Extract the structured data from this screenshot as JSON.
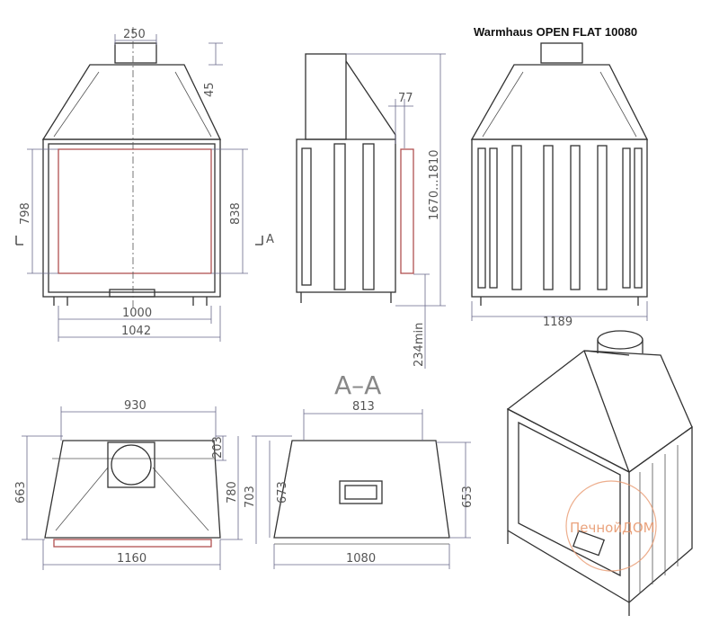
{
  "title": "Warmhaus OPEN FLAT 10080",
  "section_label": "A–A",
  "section_marker": "A",
  "watermark": "ПечнойДОМ",
  "front_view": {
    "dims": {
      "collar_width": "250",
      "collar_height": "45",
      "opening_height": "798",
      "frame_height": "838",
      "opening_width": "1000",
      "frame_width": "1042"
    }
  },
  "side_view": {
    "dims": {
      "depth_offset": "77",
      "total_height": "1670...1810",
      "floor_clearance": "234min"
    }
  },
  "back_view": {
    "dims": {
      "overall_width": "1189"
    }
  },
  "top_view": {
    "dims": {
      "top_width": "930",
      "bottom_width": "1160",
      "depth": "663",
      "collar_offset": "203",
      "overall_depth": "780"
    }
  },
  "section_view": {
    "dims": {
      "top_width": "813",
      "bottom_width": "1080",
      "overall_depth": "703",
      "depth": "673",
      "inner_depth": "653"
    }
  }
}
